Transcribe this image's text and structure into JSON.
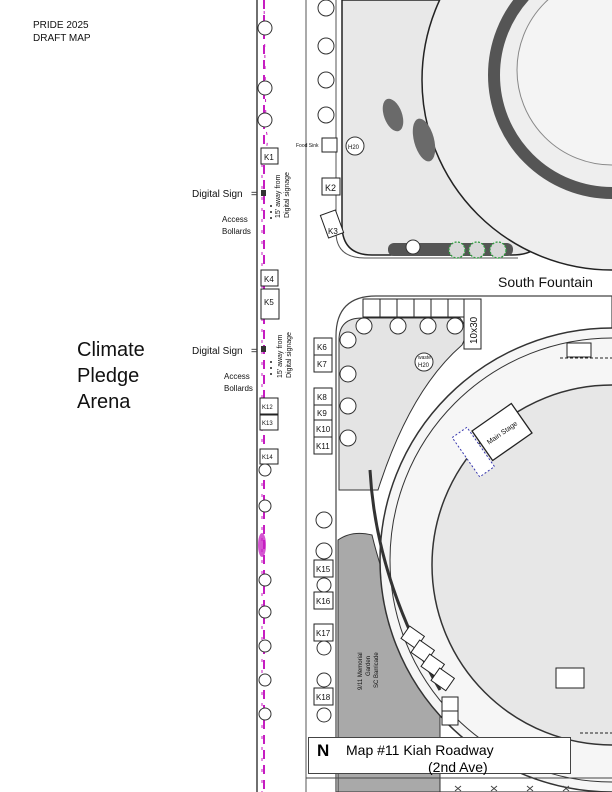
{
  "header": {
    "line1": "PRIDE 2025",
    "line2": "DRAFT MAP"
  },
  "arena": {
    "line1": "Climate",
    "line2": "Pledge",
    "line3": "Arena"
  },
  "south_fountain": "South Fountain",
  "digital_sign_label": "Digital Sign",
  "access_label_1": "Access",
  "access_label_2": "Bollards",
  "signage_note_1": "15' away from",
  "signage_note_2": "Digital signage",
  "food_sink": "Food Sink",
  "h2o": "H20",
  "waste": "waste",
  "tent_label": "10x30",
  "main_stage": "Main Stage",
  "memorial": {
    "line1": "9/11 Memorial",
    "line2": "Garden",
    "line3": "SC Barricade"
  },
  "legend": {
    "north": "N",
    "title": "Map #11  Kiah Roadway",
    "subtitle": "(2nd Ave)"
  },
  "colors": {
    "route": "#c61dc1",
    "hedge": "#2e9c3e",
    "stage": "#3a3ab0",
    "paving": "#a9a9a9",
    "water": "#e7e7e7"
  },
  "kiosks": {
    "k1": "K1",
    "k2": "K2",
    "k3": "K3",
    "k4": "K4",
    "k5": "K5",
    "k6": "K6",
    "k7": "K7",
    "k8": "K8",
    "k9": "K9",
    "k10": "K10",
    "k11": "K11",
    "k12": "K12",
    "k13": "K13",
    "k14": "K14",
    "k15": "K15",
    "k16": "K16",
    "k17": "K17",
    "k18": "K18"
  }
}
